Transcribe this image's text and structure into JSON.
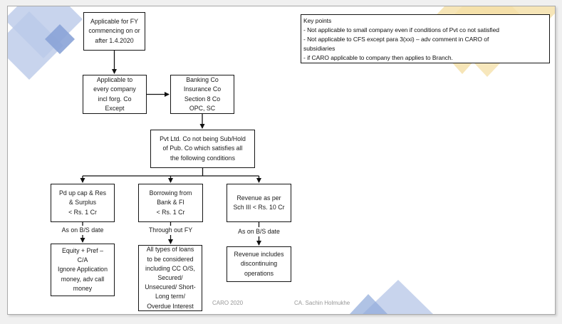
{
  "colors": {
    "blue_light": "#bac9e9",
    "blue_mid": "#8fa9da",
    "blue_dark": "#8aa3d7",
    "yellow": "#f4dfa5"
  },
  "key_points": {
    "text": "Key points\n- Not applicable to small company even if conditions of Pvt co not satisfied\n- Not applicable to CFS except para 3(xxi) – adv comment in CARO of\nsubsidiaries\n- if CARO applicable to company then applies to Branch."
  },
  "flowchart": {
    "fy": "Applicable for FY\ncommencing on or\nafter 1.4.2020",
    "applicable": "Applicable to\nevery company\nincl forg. Co\nExcept",
    "exceptions": "Banking Co\nInsurance Co\nSection 8 Co\nOPC, SC",
    "pvt_conditions": "Pvt Ltd. Co not being Sub/Hold\nof Pub. Co which satisfies all\nthe following conditions",
    "cond_capital": "Pd up cap & Res\n& Surplus\n< Rs. 1 Cr",
    "cond_borrowing": "Borrowing from\nBank & FI\n< Rs. 1 Cr",
    "cond_revenue": "Revenue as per\nSch III < Rs. 10 Cr",
    "label_bs_date_1": "As on B/S date",
    "label_throughout": "Through out FY",
    "label_bs_date_2": "As on B/S date",
    "note_capital": "Equity + Pref –\nC/A\nIgnore Application\nmoney, adv call\nmoney",
    "note_loans": "All types of loans\nto be considered\nincluding CC O/S,\nSecured/\nUnsecured/ Short-\nLong term/\nOverdue Interest",
    "note_revenue": "Revenue includes\ndiscontinuing\noperations"
  },
  "footer": {
    "left": "CARO 2020",
    "right": "CA. Sachin Holmukhe"
  }
}
